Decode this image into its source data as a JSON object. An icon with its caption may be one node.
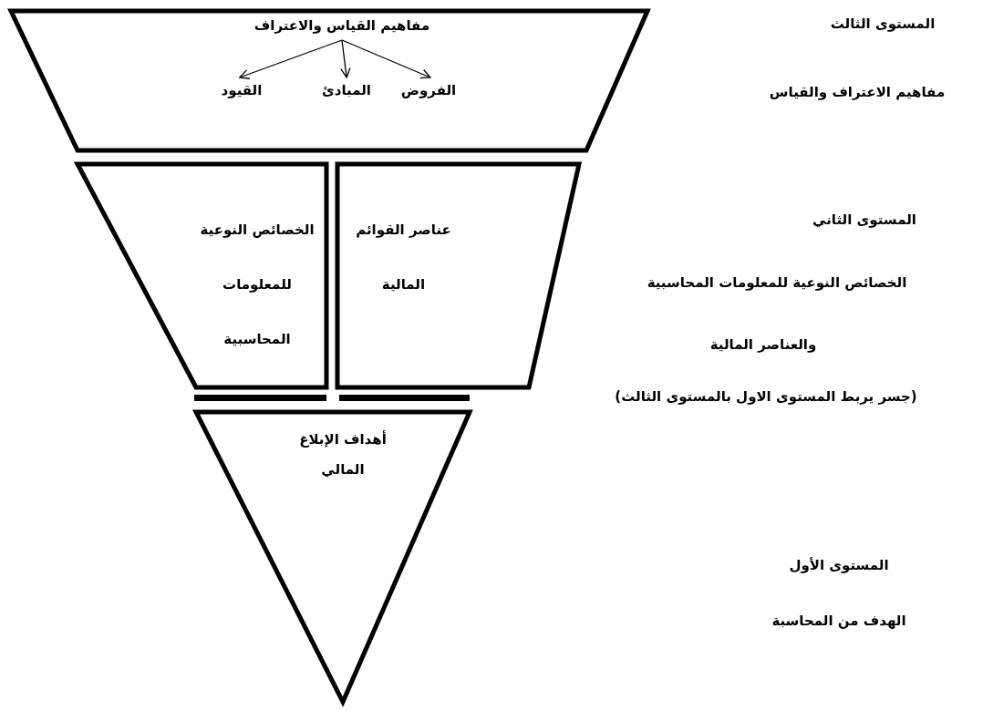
{
  "diagram": {
    "nodes": [
      {
        "text": [],
        "shape": "trapezoid"
      },
      {
        "text": [
          "مفاهيم القياس والاعتراف"
        ],
        "in": 0
      },
      {
        "text": [
          "الفروض"
        ],
        "in": 0
      },
      {
        "text": [
          "المبادئ"
        ],
        "in": 0
      },
      {
        "text": [
          "القيود"
        ],
        "in": 0
      },
      {
        "text": [
          "عناصر القوائم المالية"
        ]
      },
      {
        "text": [
          "الخصائص النوعية للمعلومات المحاسبية"
        ]
      },
      {
        "text": [
          "أهداف الإبلاغ المالي"
        ]
      }
    ],
    "edges": [
      {
        "from": 1,
        "to": 2,
        "arrow": "to"
      },
      {
        "from": 1,
        "to": 3,
        "arrow": "to"
      },
      {
        "from": 1,
        "to": 4,
        "arrow": "to"
      }
    ],
    "labels": [
      "المستوى الثالث",
      "مفاهيم الاعتراف والقياس",
      "المستوى الثاني",
      "الخصائص النوعية للمعلومات المحاسبية",
      "والعناصر المالية",
      "(جسر يربط المستوى الاول بالمستوى الثالث)",
      "المستوى الأول",
      "الهدف من المحاسبة"
    ]
  }
}
